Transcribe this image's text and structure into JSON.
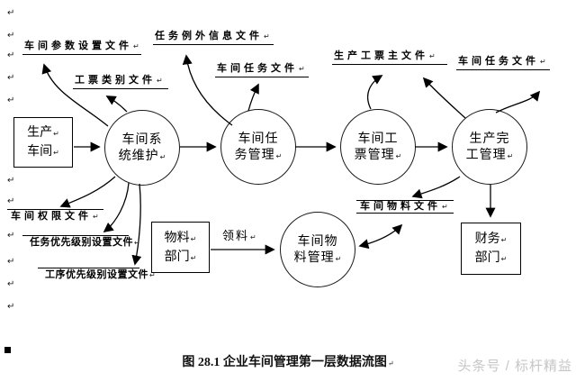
{
  "marks": {
    "pilcrow": "↵",
    "bullet_square": "▪"
  },
  "caption": "图 28.1  企业车间管理第一层数据流图",
  "watermark": "头条号 / 标杆精益",
  "entities": [
    {
      "id": "production-workshop",
      "lines": [
        "生产",
        "车间"
      ]
    },
    {
      "id": "material-department",
      "lines": [
        "物料",
        "部门"
      ]
    },
    {
      "id": "finance-department",
      "lines": [
        "财务",
        "部门"
      ]
    }
  ],
  "processes": [
    {
      "id": "workshop-system-maintenance",
      "lines": [
        "车间系",
        "统维护"
      ]
    },
    {
      "id": "workshop-task-management",
      "lines": [
        "车间任",
        "务管理"
      ]
    },
    {
      "id": "workshop-ticket-management",
      "lines": [
        "车间工",
        "票管理"
      ]
    },
    {
      "id": "production-completion-management",
      "lines": [
        "生产完",
        "工管理"
      ]
    },
    {
      "id": "workshop-material-management",
      "lines": [
        "车间物",
        "料管理"
      ]
    }
  ],
  "stores": {
    "params": "车间参数设置文件",
    "task_exception": "任务例外信息文件",
    "ticket_type": "工票类别文件",
    "task_file_mid": "车间任务文件",
    "ticket_main": "生产工票主文件",
    "task_file_right": "车间任务文件",
    "permission": "车间权限文件",
    "task_priority": "任务优先级别设置文件",
    "process_priority": "工序优先级别设置文件",
    "material": "车间物料文件"
  },
  "flow_labels": {
    "pick_material": "领料"
  }
}
